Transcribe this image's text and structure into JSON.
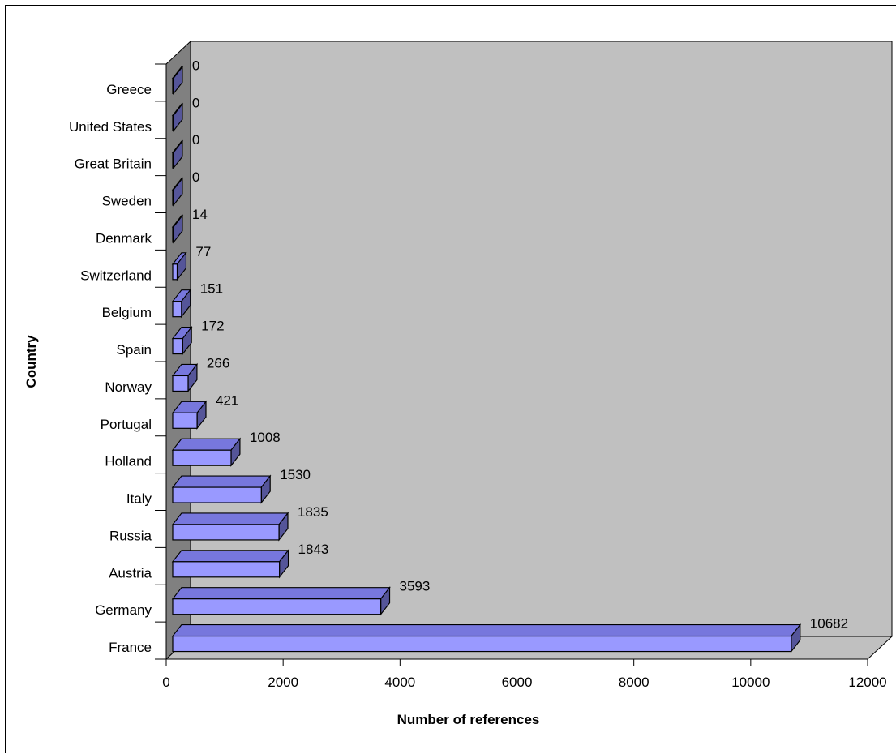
{
  "chart_data": {
    "type": "bar",
    "orientation": "horizontal",
    "style": "3d",
    "title": "",
    "xlabel": "Number of references",
    "ylabel": "Country",
    "categories": [
      "France",
      "Germany",
      "Austria",
      "Russia",
      "Italy",
      "Holland",
      "Portugal",
      "Norway",
      "Spain",
      "Belgium",
      "Switzerland",
      "Denmark",
      "Sweden",
      "Great Britain",
      "United States",
      "Greece"
    ],
    "values": [
      10682,
      3593,
      1843,
      1835,
      1530,
      1008,
      421,
      266,
      172,
      151,
      77,
      14,
      0,
      0,
      0,
      0
    ],
    "x_ticks": [
      0,
      2000,
      4000,
      6000,
      8000,
      10000,
      12000
    ],
    "xlim": [
      0,
      12000
    ],
    "grid": false,
    "legend": "none",
    "colors": {
      "bar_front": "#9999ff",
      "bar_top": "#7777dd",
      "bar_side": "#555599",
      "back_wall": "#c0c0c0",
      "side_wall": "#808080",
      "floor": "#c0c0c0"
    }
  }
}
